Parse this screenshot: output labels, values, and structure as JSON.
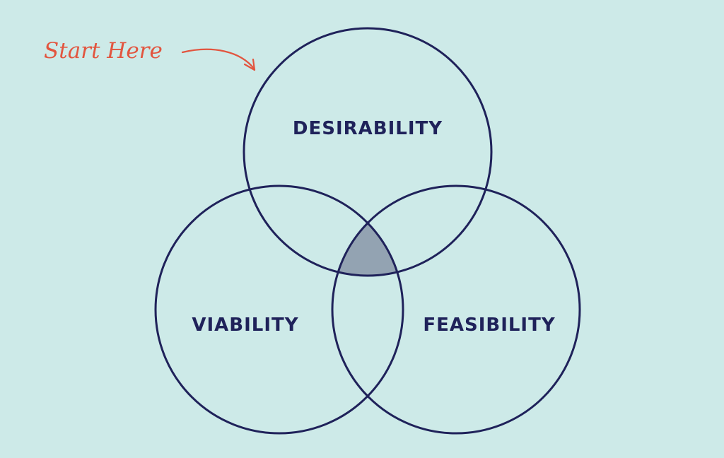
{
  "diagram": {
    "type": "venn",
    "sets": [
      {
        "id": "desirability",
        "label": "DESIRABILITY"
      },
      {
        "id": "viability",
        "label": "VIABILITY"
      },
      {
        "id": "feasibility",
        "label": "FEASIBILITY"
      }
    ],
    "annotation": {
      "text": "Start Here",
      "points_to": "desirability"
    },
    "highlighted_region": "intersection of all three sets"
  },
  "colors": {
    "background": "#cdeae8",
    "circle_stroke": "#1f225a",
    "label_text": "#1f225a",
    "intersection_fill": "#93a3b2",
    "annotation": "#e2553f"
  }
}
